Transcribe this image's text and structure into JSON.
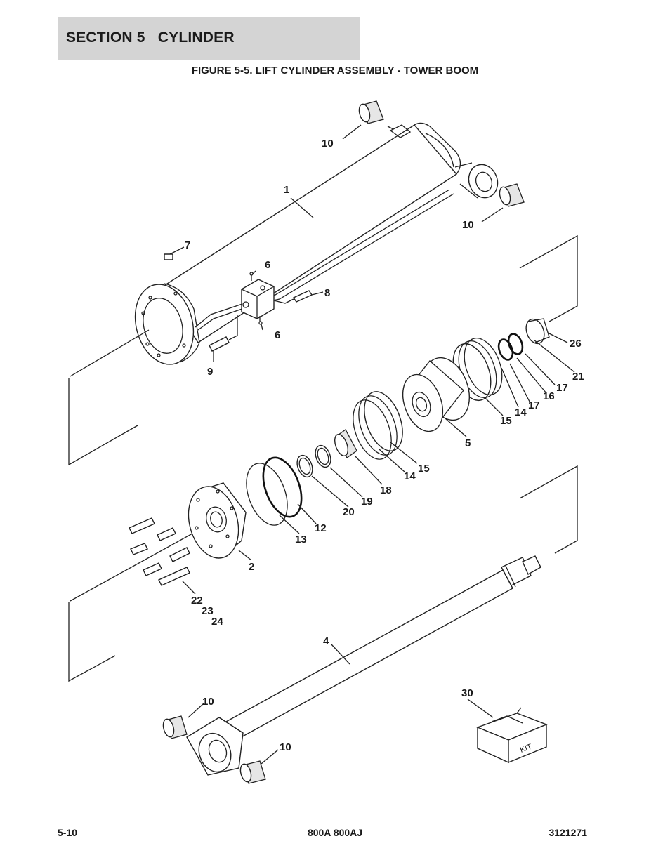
{
  "header": {
    "section": "SECTION 5   CYLINDER"
  },
  "figure": {
    "title": "FIGURE 5-5. LIFT CYLINDER ASSEMBLY - TOWER BOOM",
    "callouts": {
      "c1": "1",
      "c2": "2",
      "c4": "4",
      "c5": "5",
      "c6a": "6",
      "c6b": "6",
      "c7": "7",
      "c8": "8",
      "c9": "9",
      "c10a": "10",
      "c10b": "10",
      "c10c": "10",
      "c10d": "10",
      "c12": "12",
      "c13": "13",
      "c14a": "14",
      "c14b": "14",
      "c15a": "15",
      "c15b": "15",
      "c16": "16",
      "c17a": "17",
      "c17b": "17",
      "c18": "18",
      "c19": "19",
      "c20": "20",
      "c21": "21",
      "c22": "22",
      "c23": "23",
      "c24": "24",
      "c26": "26",
      "c30": "30"
    },
    "kit_label": "KIT"
  },
  "footer": {
    "page": "5-10",
    "model": "800A 800AJ",
    "doc": "3121271"
  }
}
